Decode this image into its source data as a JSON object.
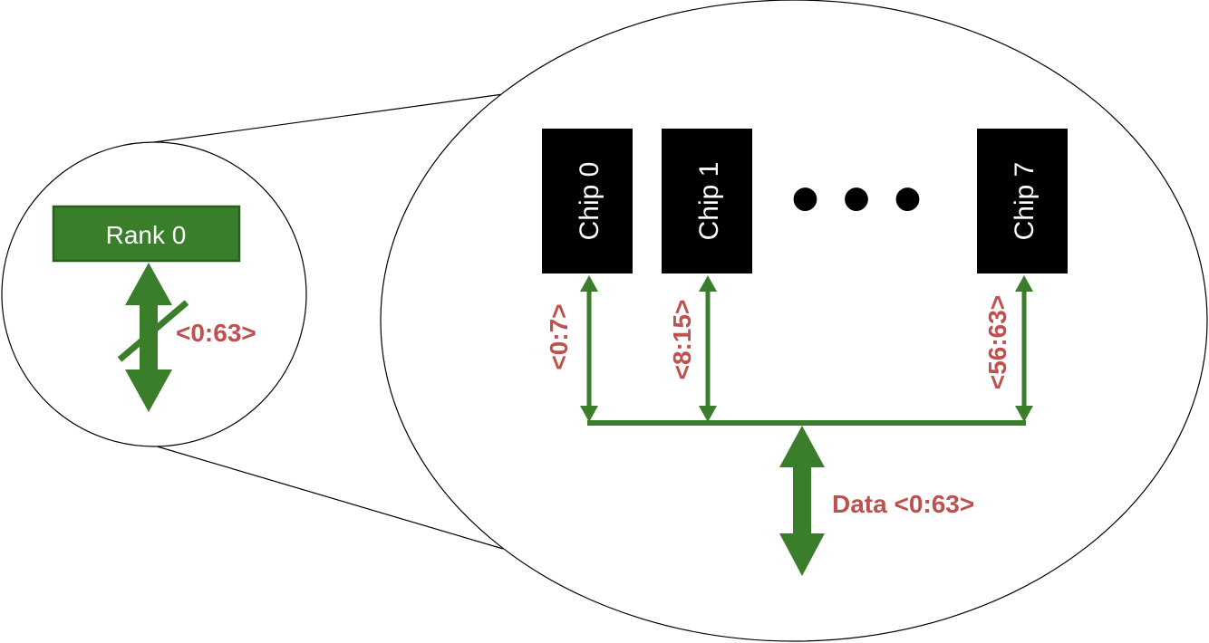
{
  "colors": {
    "green": "#3a7d2a",
    "green_dark": "#2b5f1f",
    "red": "#c0504d",
    "chip_fill": "#000000",
    "outline": "#000000"
  },
  "rank": {
    "label": "Rank 0",
    "bus_width_label": "<0:63>"
  },
  "chips": [
    {
      "label": "Chip 0",
      "bits": "<0:7>"
    },
    {
      "label": "Chip 1",
      "bits": "<8:15>"
    },
    {
      "label": "Chip 7",
      "bits": "<56:63>"
    }
  ],
  "ellipsis": "• • •",
  "data_bus": {
    "label": "Data <0:63>"
  }
}
